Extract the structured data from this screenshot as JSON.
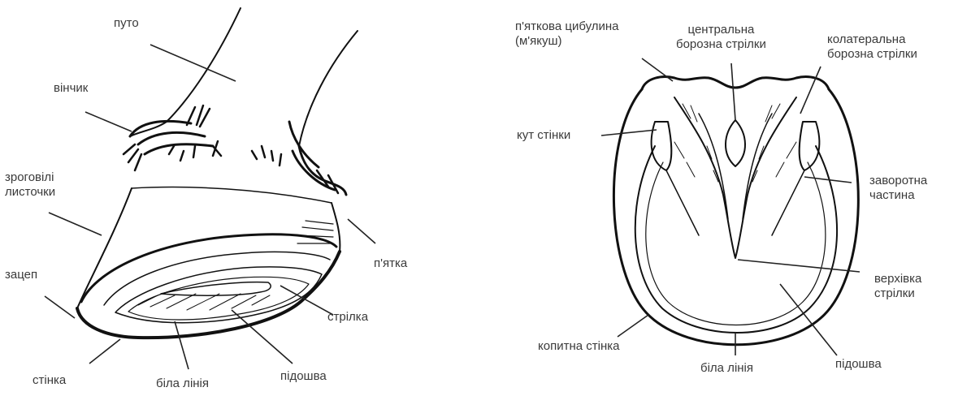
{
  "side_view": {
    "labels": {
      "puto": "путо",
      "vinchyk": "вінчик",
      "zrogovi_lystochky": "зроговілі\nлисточки",
      "zatsep": "зацеп",
      "stinka": "стінка",
      "bila_liniia": "біла лінія",
      "pidoshva": "підошва",
      "strilka": "стрілка",
      "piatka": "п'ятка"
    }
  },
  "bottom_view": {
    "labels": {
      "piatkova_tsybulyna": "п'яткова цибулина\n(м'якуш)",
      "tsentralna_borozna": "центральна\nборозна стрілки",
      "kolateralna_borozna": "колатеральна\nборозна стрілки",
      "kut_stinky": "кут стінки",
      "zavorotna_chastyna": "заворотна\nчастина",
      "verkhivka_strilky": "верхівка\nстрілки",
      "kopytna_stinka": "копитна стінка",
      "bila_liniia": "біла лінія",
      "pidoshva": "підошва"
    }
  },
  "colors": {
    "ink": "#111111",
    "label": "#3a3a3a",
    "background": "#ffffff"
  }
}
